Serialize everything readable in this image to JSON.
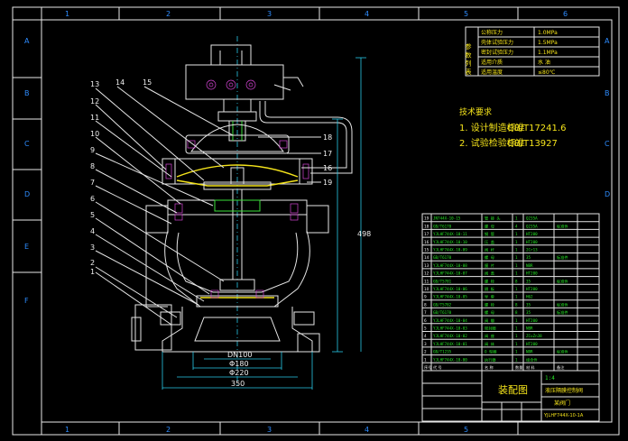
{
  "border": {
    "columns": [
      "1",
      "2",
      "3",
      "4",
      "5",
      "6"
    ],
    "rows": [
      "A",
      "B",
      "C",
      "D",
      "E",
      "F"
    ]
  },
  "params_side_label": "参 数 列 表",
  "params": [
    {
      "name": "公称压力",
      "value": "1.0MPa"
    },
    {
      "name": "壳体试验压力",
      "value": "1.5MPa"
    },
    {
      "name": "密封试验压力",
      "value": "1.1MPa"
    },
    {
      "name": "适用介质",
      "value": "水  油"
    },
    {
      "name": "适用温度",
      "value": "≤80℃"
    }
  ],
  "tech": {
    "title": "技术要求",
    "items": [
      {
        "text": "1. 设计制造标准",
        "std": "GB/T17241.6"
      },
      {
        "text": "2. 试验检验标准",
        "std": "GB/T13927"
      }
    ]
  },
  "callouts_left": [
    "13",
    "14",
    "15",
    "12",
    "11",
    "10",
    "9",
    "8",
    "7",
    "6",
    "5",
    "4",
    "3",
    "2",
    "1"
  ],
  "callouts_right": [
    "18",
    "17",
    "16",
    "19"
  ],
  "bom": [
    {
      "no": "19",
      "code": "JN744X-10-15",
      "name": "管 接 头",
      "qty": "1",
      "mat": "Q235A"
    },
    {
      "no": "18",
      "code": "GB/T6170",
      "name": "螺 母",
      "qty": "4",
      "mat": "Q235A",
      "note": "标准件"
    },
    {
      "no": "17",
      "code": "YJLHF744X-10-11",
      "name": "钢 管",
      "qty": "1",
      "mat": "HT200"
    },
    {
      "no": "16",
      "code": "YJLHF744X-10-10",
      "name": "压 盖",
      "qty": "1",
      "mat": "HT200"
    },
    {
      "no": "15",
      "code": "YJLHF744X-10-09",
      "name": "阀 杆",
      "qty": "1",
      "mat": "2Cr13"
    },
    {
      "no": "14",
      "code": "GB/T6170",
      "name": "螺 母",
      "qty": "1",
      "mat": "35",
      "note": "标准件"
    },
    {
      "no": "13",
      "code": "YJLHF744X-10-08",
      "name": "膜 片",
      "qty": "1",
      "mat": "NBR"
    },
    {
      "no": "12",
      "code": "YJLHF744X-10-07",
      "name": "阀 盖",
      "qty": "1",
      "mat": "HT200"
    },
    {
      "no": "11",
      "code": "GB/T5781",
      "name": "螺 栓",
      "qty": "8",
      "mat": "35",
      "note": "标准件"
    },
    {
      "no": "10",
      "code": "YJLHF744X-10-06",
      "name": "隔 板",
      "qty": "1",
      "mat": "HT200"
    },
    {
      "no": "9",
      "code": "YJLHF744X-10-05",
      "name": "导 套",
      "qty": "1",
      "mat": "H62"
    },
    {
      "no": "8",
      "code": "GB/T5782",
      "name": "螺 栓",
      "qty": "8",
      "mat": "35",
      "note": "标准件"
    },
    {
      "no": "7",
      "code": "GB/T6170",
      "name": "螺 母",
      "qty": "8",
      "mat": "35",
      "note": "标准件"
    },
    {
      "no": "6",
      "code": "YJLHF744X-10-04",
      "name": "阀 瓣",
      "qty": "1",
      "mat": "HT200"
    },
    {
      "no": "5",
      "code": "YJLHF744X-10-03",
      "name": "密封圈",
      "qty": "1",
      "mat": "NBR"
    },
    {
      "no": "4",
      "code": "YJLHF744X-10-02",
      "name": "阀 座",
      "qty": "1",
      "mat": "ZCuZn38"
    },
    {
      "no": "3",
      "code": "YJLHF744X-10-01",
      "name": "阀 体",
      "qty": "1",
      "mat": "HT200"
    },
    {
      "no": "2",
      "code": "GB/T1235",
      "name": "O 型圈",
      "qty": "1",
      "mat": "NBR",
      "note": "标准件"
    },
    {
      "no": "1",
      "code": "YJLHF744X-10-00",
      "name": "执行器",
      "qty": "1",
      "mat": "组合件"
    }
  ],
  "bom_header": {
    "no": "序号",
    "code": "代  号",
    "name": "名  称",
    "qty": "数量",
    "mat": "材  料",
    "note": "备注"
  },
  "title_block": {
    "drawing_name": "装配图",
    "product_name": "液压隔膜控制阀",
    "company": "某阀门",
    "drawing_no": "YJLHF744X-10-1A",
    "scale": "1:4"
  },
  "dims": {
    "height": "498",
    "bottom_1": "DN100",
    "bottom_2": "Φ180",
    "bottom_3": "Φ220",
    "bottom_4": "350"
  }
}
